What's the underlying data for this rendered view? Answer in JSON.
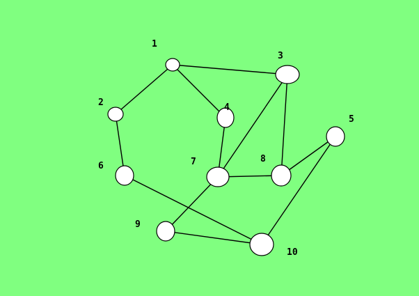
{
  "colors": {
    "background": "#80ff80",
    "node_fill": "#ffffff",
    "stroke": "#000000"
  },
  "nodes": [
    {
      "id": "1",
      "label": "1"
    },
    {
      "id": "2",
      "label": "2"
    },
    {
      "id": "3",
      "label": "3"
    },
    {
      "id": "4",
      "label": "4"
    },
    {
      "id": "5",
      "label": "5"
    },
    {
      "id": "6",
      "label": "6"
    },
    {
      "id": "7",
      "label": "7"
    },
    {
      "id": "8",
      "label": "8"
    },
    {
      "id": "9",
      "label": "9"
    },
    {
      "id": "10",
      "label": "10"
    }
  ],
  "edges": [
    {
      "from": "1",
      "to": "2"
    },
    {
      "from": "1",
      "to": "3"
    },
    {
      "from": "1",
      "to": "4"
    },
    {
      "from": "2",
      "to": "6"
    },
    {
      "from": "3",
      "to": "7"
    },
    {
      "from": "3",
      "to": "8"
    },
    {
      "from": "4",
      "to": "7"
    },
    {
      "from": "5",
      "to": "8"
    },
    {
      "from": "5",
      "to": "10"
    },
    {
      "from": "6",
      "to": "10"
    },
    {
      "from": "7",
      "to": "8"
    },
    {
      "from": "7",
      "to": "9"
    },
    {
      "from": "9",
      "to": "10"
    }
  ]
}
